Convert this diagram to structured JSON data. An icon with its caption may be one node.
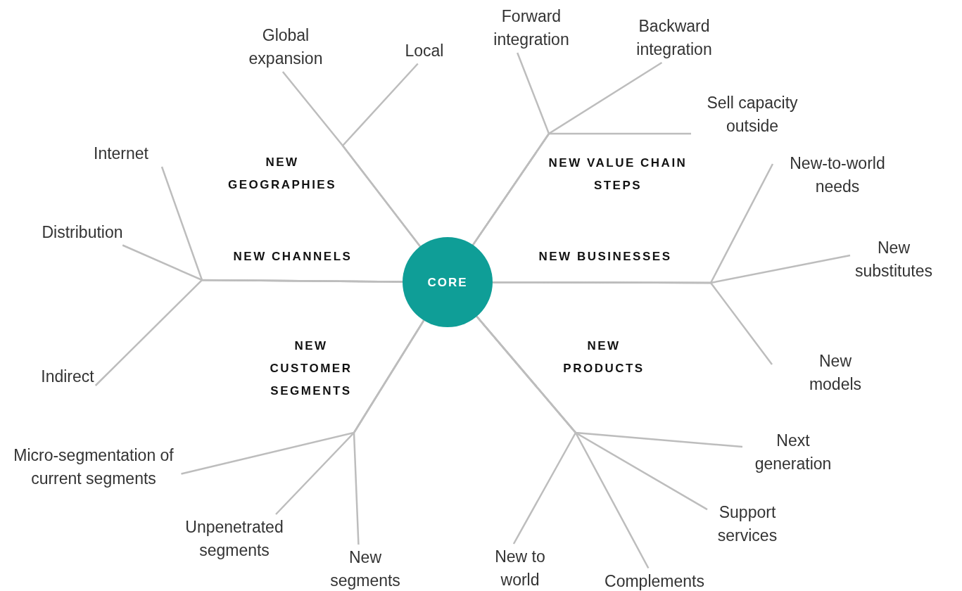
{
  "diagram": {
    "nodes": [
      {
        "text": [
          "CORE"
        ]
      },
      {
        "text": [
          "Global expansion"
        ]
      },
      {
        "text": [
          "Local"
        ]
      },
      {
        "text": [
          "Forward integration"
        ]
      },
      {
        "text": [
          "Backward integration"
        ]
      },
      {
        "text": [
          "Sell capacity outside"
        ]
      },
      {
        "text": [
          "Internet"
        ]
      },
      {
        "text": [
          "Distribution"
        ]
      },
      {
        "text": [
          "Indirect"
        ]
      },
      {
        "text": [
          "New-to-world needs"
        ]
      },
      {
        "text": [
          "New substitutes"
        ]
      },
      {
        "text": [
          "New models"
        ]
      },
      {
        "text": [
          "Micro-segmentation of current segments"
        ]
      },
      {
        "text": [
          "Unpenetrated segments"
        ]
      },
      {
        "text": [
          "New segments"
        ]
      },
      {
        "text": [
          "Next generation"
        ]
      },
      {
        "text": [
          "Support services"
        ]
      },
      {
        "text": [
          "Complements"
        ]
      },
      {
        "text": [
          "New to world"
        ]
      }
    ],
    "edges": [
      {
        "from": 0,
        "to": 1,
        "arrow": "none"
      },
      {
        "from": 0,
        "to": 2,
        "arrow": "none"
      },
      {
        "from": 0,
        "to": 3,
        "arrow": "none"
      },
      {
        "from": 0,
        "to": 4,
        "arrow": "none"
      },
      {
        "from": 0,
        "to": 5,
        "arrow": "none"
      },
      {
        "from": 0,
        "to": 6,
        "arrow": "none"
      },
      {
        "from": 0,
        "to": 7,
        "arrow": "none"
      },
      {
        "from": 0,
        "to": 8,
        "arrow": "none"
      },
      {
        "from": 0,
        "to": 9,
        "arrow": "none"
      },
      {
        "from": 0,
        "to": 10,
        "arrow": "none"
      },
      {
        "from": 0,
        "to": 11,
        "arrow": "none"
      },
      {
        "from": 0,
        "to": 12,
        "arrow": "none"
      },
      {
        "from": 0,
        "to": 13,
        "arrow": "none"
      },
      {
        "from": 0,
        "to": 14,
        "arrow": "none"
      },
      {
        "from": 0,
        "to": 15,
        "arrow": "none"
      },
      {
        "from": 0,
        "to": 16,
        "arrow": "none"
      },
      {
        "from": 0,
        "to": 17,
        "arrow": "none"
      },
      {
        "from": 0,
        "to": 18,
        "arrow": "none"
      }
    ],
    "labels": [
      "NEW GEOGRAPHIES",
      "NEW VALUE CHAIN STEPS",
      "NEW CHANNELS",
      "NEW BUSINESSES",
      "NEW CUSTOMER SEGMENTS",
      "NEW PRODUCTS"
    ]
  }
}
